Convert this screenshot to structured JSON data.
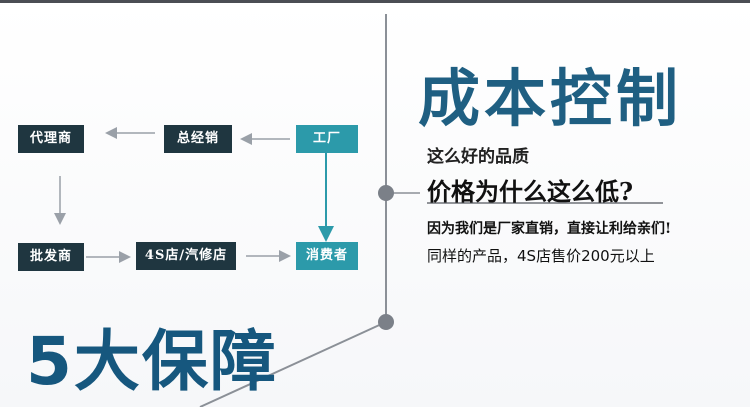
{
  "title": "成本控制",
  "guarantee_title": "5大保障",
  "flow": {
    "agent": "代理商",
    "general_distributor": "总经销",
    "factory": "工厂",
    "wholesaler": "批发商",
    "dealer": "4S店/汽修店",
    "consumer": "消费者"
  },
  "copy": {
    "line1": "这么好的品质",
    "line2": "价格为什么这么低?",
    "line3": "因为我们是厂家直销，直接让利给亲们!",
    "line4": "同样的产品，4S店售价200元以上"
  },
  "colors": {
    "dark_box": "#1f3640",
    "teal_box": "#2c9aaa",
    "title_blue": "#1f5f82",
    "arrow_gray": "#9aa0a8",
    "arrow_teal": "#2c9aaa"
  }
}
